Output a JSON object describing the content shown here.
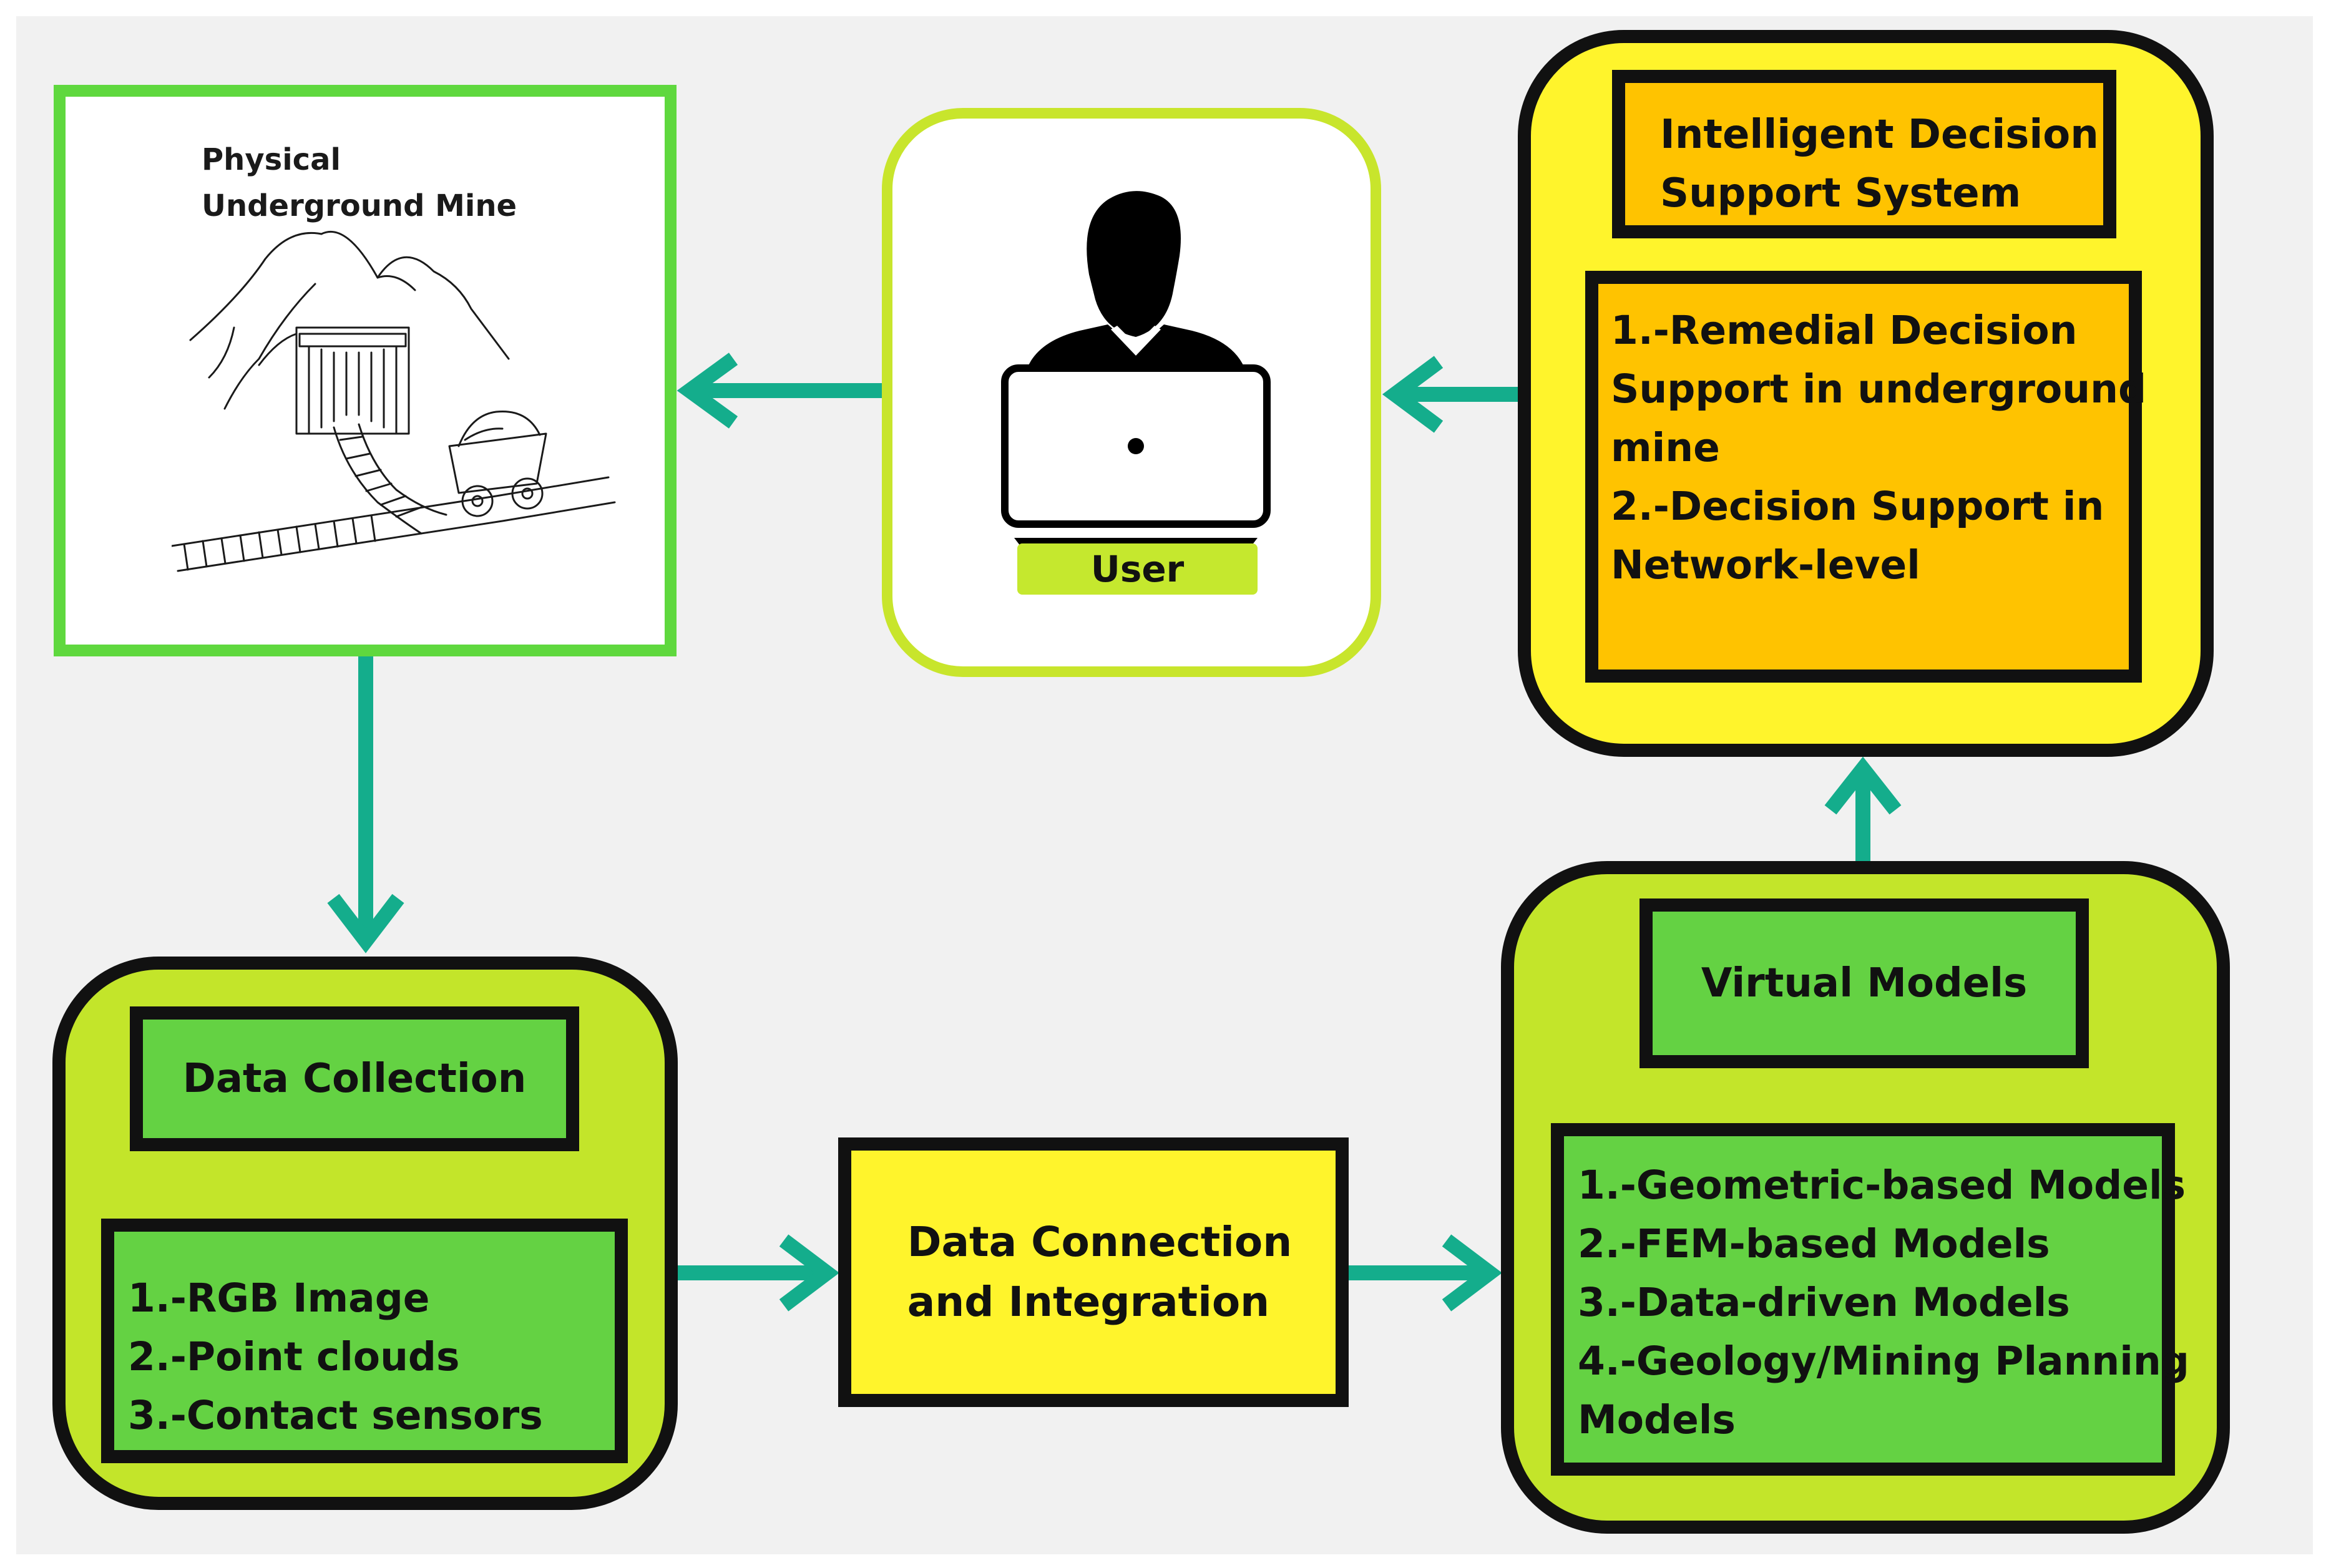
{
  "physical_mine": {
    "title_line1": "Physical",
    "title_line2": "Underground Mine",
    "illustration": "mine-entrance-with-cart-and-rails"
  },
  "user": {
    "label": "User",
    "icon": "person-with-laptop-icon"
  },
  "idss": {
    "title_line1": "Intelligent Decision",
    "title_line2": "Support System",
    "items": [
      "1.-Remedial Decision",
      "Support in underground",
      "mine",
      "2.-Decision Support in",
      "Network-level"
    ]
  },
  "data_collection": {
    "title": "Data Collection",
    "items": [
      "1.-RGB Image",
      "2.-Point clouds",
      "3.-Contact sensors"
    ]
  },
  "data_connection": {
    "line1": "Data Connection",
    "line2": "and Integration"
  },
  "virtual_models": {
    "title": "Virtual Models",
    "items": [
      "1.-Geometric-based Models",
      "2.-FEM-based Models",
      "3.-Data-driven Models",
      "4.-Geology/Mining Planning",
      "Models"
    ]
  },
  "colors": {
    "arrow": "#14ad8c",
    "light_green": "#c3e52a",
    "green": "#64d243",
    "yellow": "#fff42c",
    "orange": "#ffc300",
    "mine_border": "#5fd83e"
  }
}
